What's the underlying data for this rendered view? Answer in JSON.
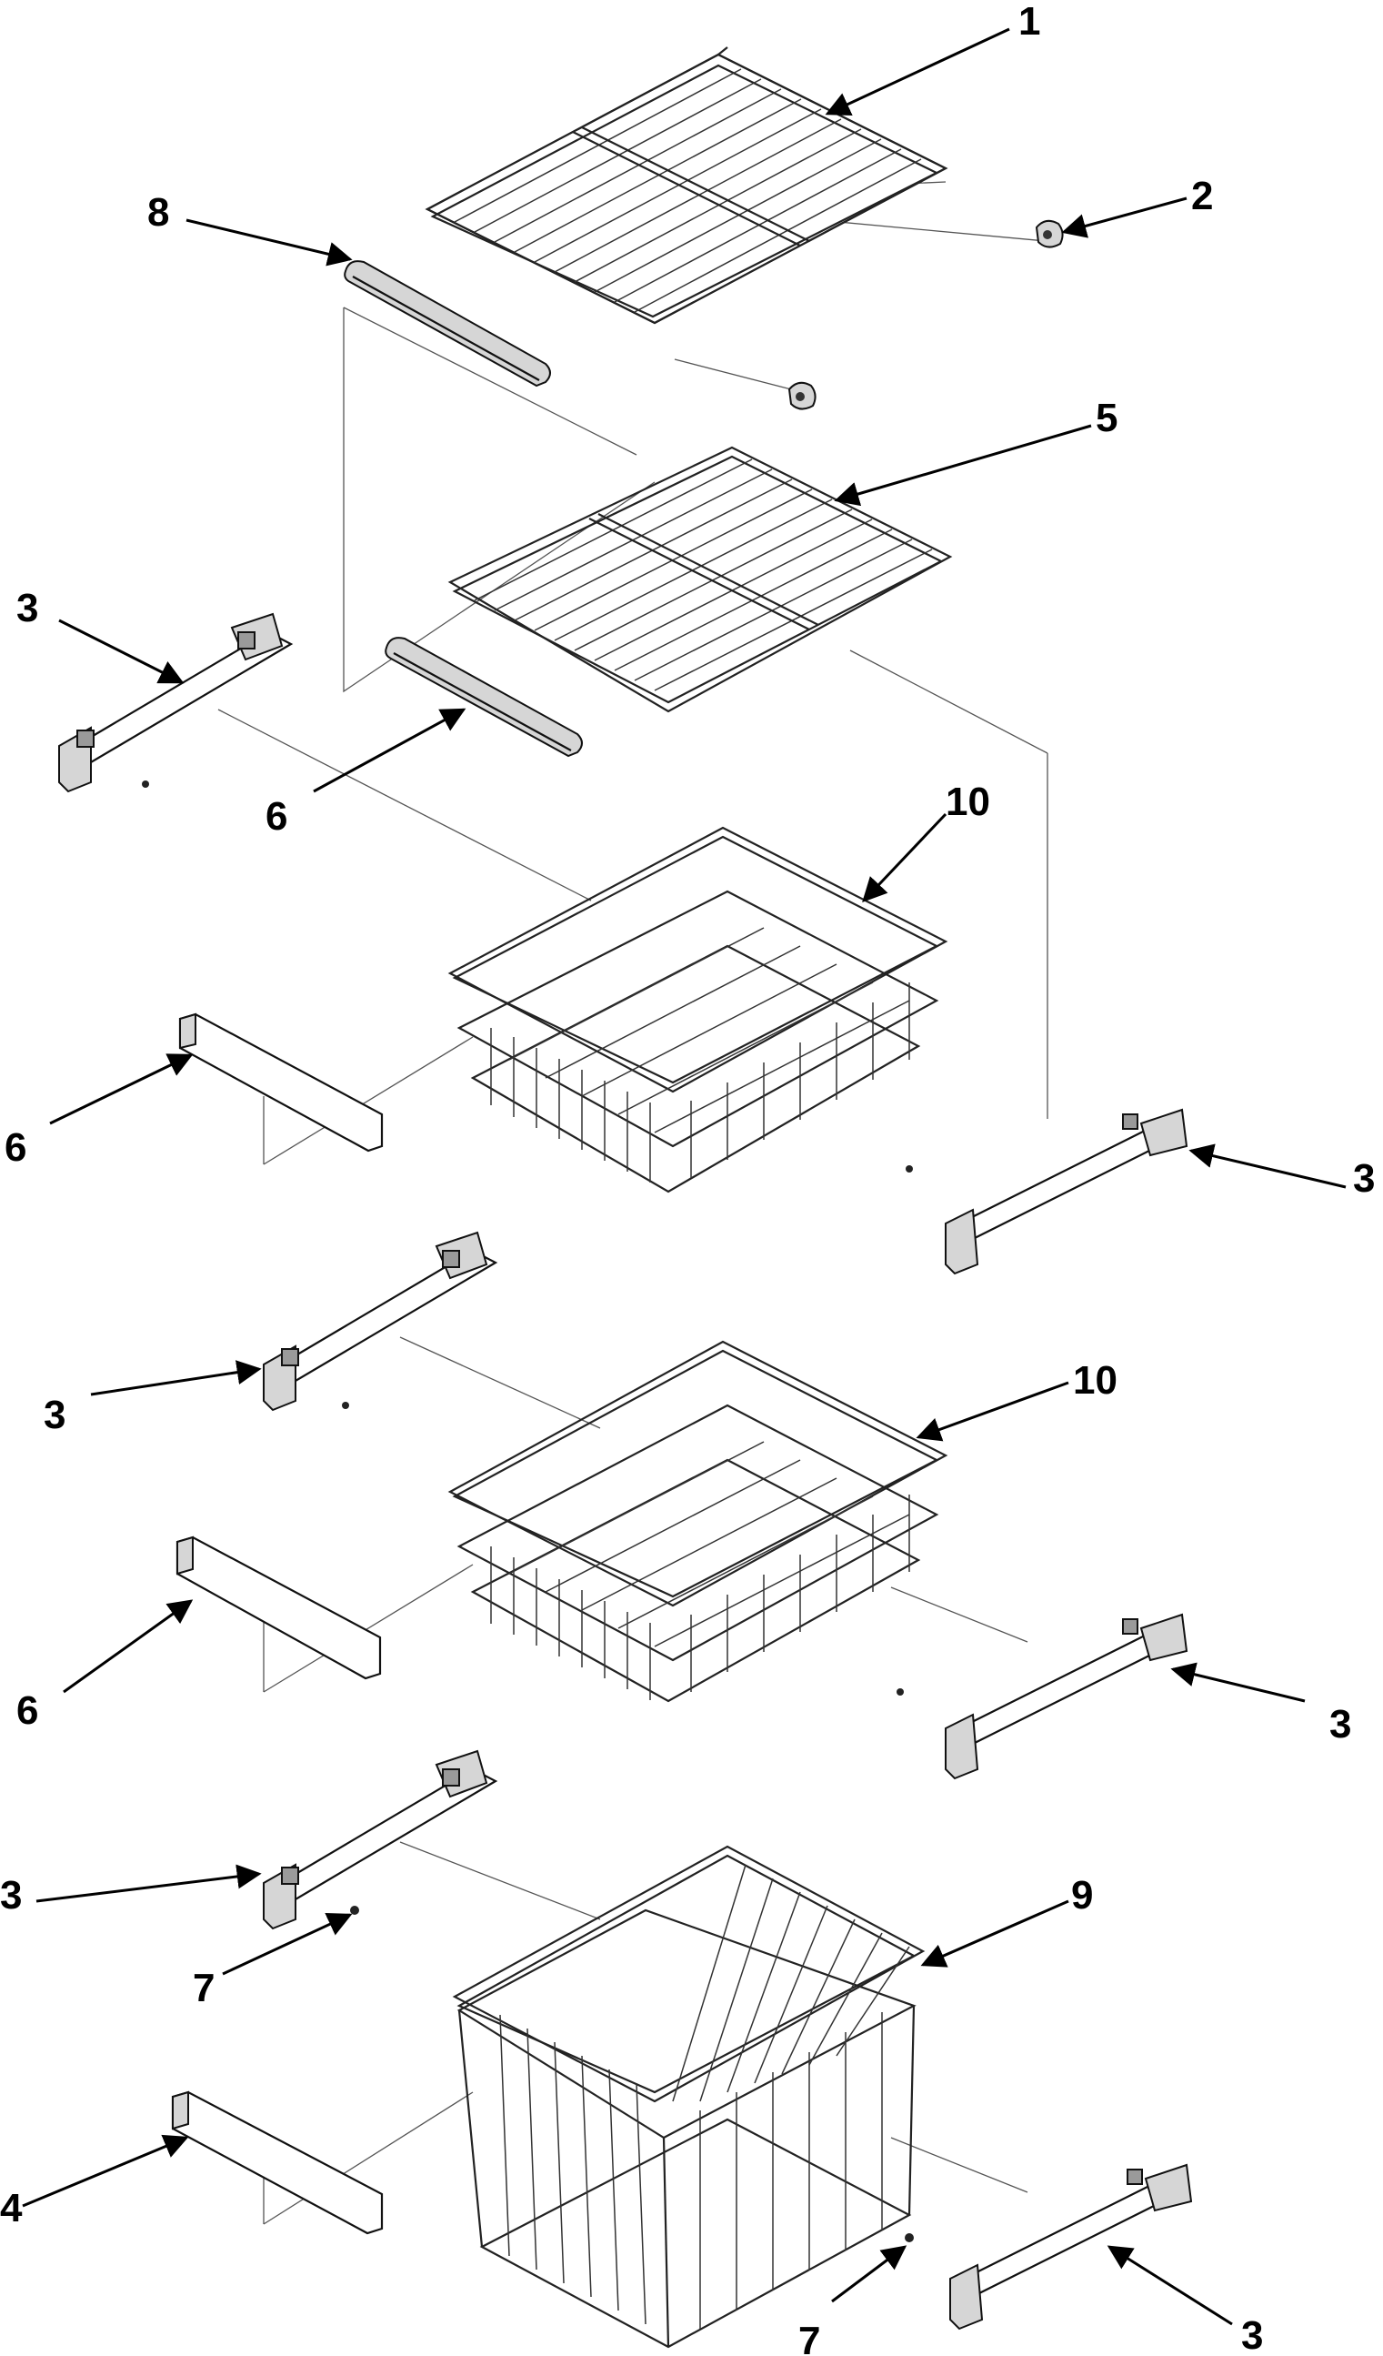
{
  "callouts": [
    {
      "id": "c1",
      "label": "1"
    },
    {
      "id": "c2",
      "label": "2"
    },
    {
      "id": "c8",
      "label": "8"
    },
    {
      "id": "c5",
      "label": "5"
    },
    {
      "id": "c3a",
      "label": "3"
    },
    {
      "id": "c6a",
      "label": "6"
    },
    {
      "id": "c10a",
      "label": "10"
    },
    {
      "id": "c6b",
      "label": "6"
    },
    {
      "id": "c3b",
      "label": "3"
    },
    {
      "id": "c3c",
      "label": "3"
    },
    {
      "id": "c10b",
      "label": "10"
    },
    {
      "id": "c6c",
      "label": "6"
    },
    {
      "id": "c3d",
      "label": "3"
    },
    {
      "id": "c3e",
      "label": "3"
    },
    {
      "id": "c9",
      "label": "9"
    },
    {
      "id": "c7a",
      "label": "7"
    },
    {
      "id": "c4",
      "label": "4"
    },
    {
      "id": "c7b",
      "label": "7"
    },
    {
      "id": "c3f",
      "label": "3"
    }
  ]
}
